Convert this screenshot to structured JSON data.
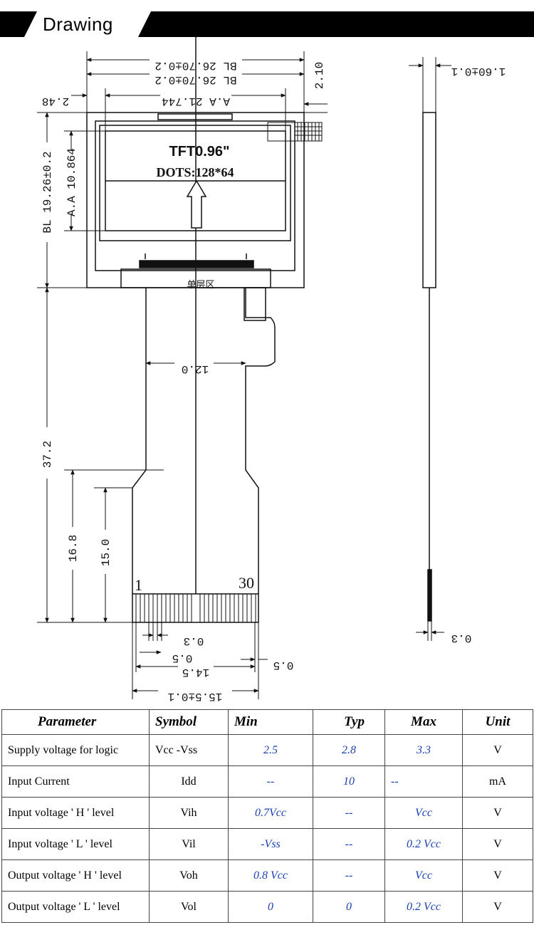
{
  "banner": {
    "title": "Drawing"
  },
  "drawing": {
    "screen_line1": "TFT0.96\"",
    "screen_line2": "DOTS:128*64",
    "single_layer_label": "单层区",
    "pin_first": "1",
    "pin_last": "30",
    "dims": {
      "bl_width_1": "BL 26.70±0.2",
      "bl_width_2": "BL 26.70±0.2",
      "aa_width": "A.A 21.744",
      "offset_left": "2.48",
      "right_margin": "2.10",
      "thickness": "1.60±0.1",
      "bl_height": "BL 19.26±0.2",
      "aa_height": "A.A 10.864",
      "fpc_width_mid": "12.0",
      "fpc_length": "37.2",
      "fpc_tail_1": "16.8",
      "fpc_tail_2": "15.0",
      "pitch": "0.3",
      "pin_offset": "0.5",
      "pin_span": "14.5",
      "edge_offset": "0.5",
      "fpc_width": "15.5±0.1",
      "fpc_thickness": "0.3"
    }
  },
  "table": {
    "headers": [
      "Parameter",
      "Symbol",
      "Min",
      "Typ",
      "Max",
      "Unit"
    ],
    "rows": [
      [
        "Supply voltage for logic",
        "Vcc -Vss",
        "2.5",
        "2.8",
        "3.3",
        "V"
      ],
      [
        "Input Current",
        "Idd",
        "--",
        "10",
        "--",
        "mA"
      ],
      [
        "Input voltage ' H ' level",
        "Vih",
        "0.7Vcc",
        "--",
        "Vcc",
        "V"
      ],
      [
        "Input voltage ' L ' level",
        "Vil",
        "-Vss",
        "--",
        "0.2 Vcc",
        "V"
      ],
      [
        "Output voltage ' H ' level",
        "Voh",
        "0.8 Vcc",
        "--",
        "Vcc",
        "V"
      ],
      [
        "Output voltage ' L ' level",
        "Vol",
        "0",
        "0",
        "0.2 Vcc",
        "V"
      ]
    ]
  }
}
